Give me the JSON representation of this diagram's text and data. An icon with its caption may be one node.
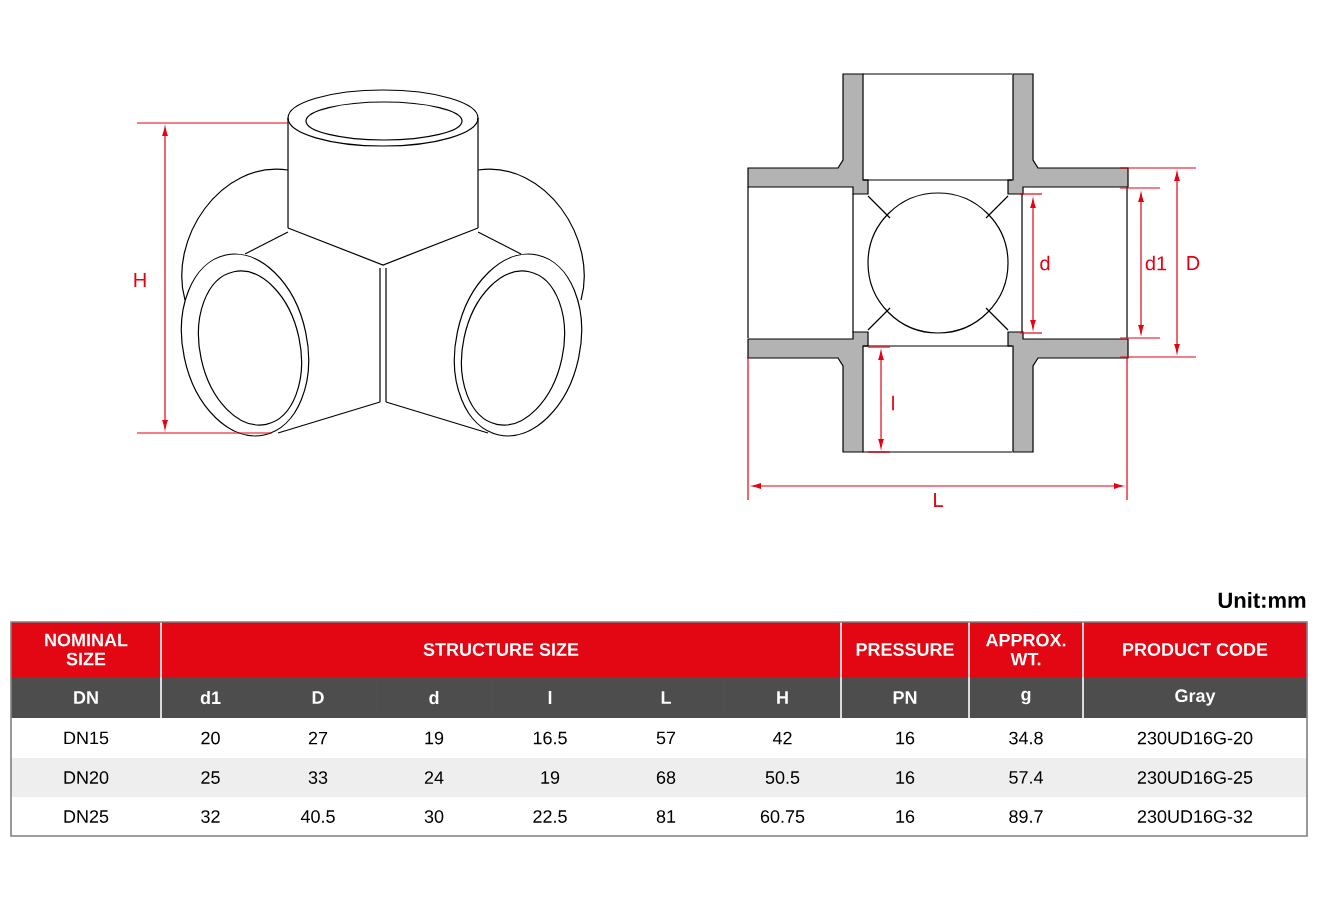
{
  "diagram": {
    "labels": [
      "H",
      "d",
      "d1",
      "D",
      "l",
      "L",
      "Unit:mm",
      "NOMINAL SIZE",
      "STRUCTURE SIZE",
      "PRESSURE",
      "APPROX. WT.",
      "PRODUCT CODE",
      "DN",
      "d1",
      "D",
      "d",
      "l",
      "L",
      "H",
      "PN",
      "g",
      "Gray",
      "DN15",
      "20",
      "27",
      "19",
      "16.5",
      "57",
      "42",
      "16",
      "34.8",
      "230UD16G-20",
      "DN20",
      "25",
      "33",
      "24",
      "19",
      "68",
      "50.5",
      "16",
      "57.4",
      "230UD16G-25",
      "DN25",
      "32",
      "40.5",
      "30",
      "22.5",
      "81",
      "60.75",
      "16",
      "89.7",
      "230UD16G-32"
    ]
  }
}
